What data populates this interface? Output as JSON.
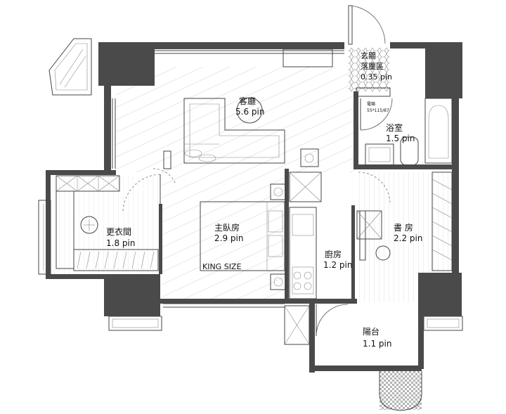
{
  "rooms": [
    {
      "id": "entrance",
      "name": "玄關",
      "sub": "落塵區",
      "area": "0.35 pin"
    },
    {
      "id": "living",
      "name": "客廳",
      "area": "5.6 pin"
    },
    {
      "id": "bath",
      "name": "浴室",
      "area": "1.5 pin"
    },
    {
      "id": "closet",
      "name": "更衣間",
      "area": "1.8 pin"
    },
    {
      "id": "master",
      "name": "主臥房",
      "area": "2.9 pin"
    },
    {
      "id": "kitchen",
      "name": "廚房",
      "area": "1.2 pin"
    },
    {
      "id": "study",
      "name": "書 房",
      "area": "2.2 pin"
    },
    {
      "id": "balcony",
      "name": "陽台",
      "area": "1.1 pin"
    }
  ],
  "annotations": {
    "bed": "KING SIZE",
    "cabinet_title": "電箱",
    "cabinet_dims": "55*115/87"
  },
  "colors": {
    "wall": "#4a4a4a",
    "floor_line": "#bbbbbb",
    "tile": "#9a9a9a"
  }
}
